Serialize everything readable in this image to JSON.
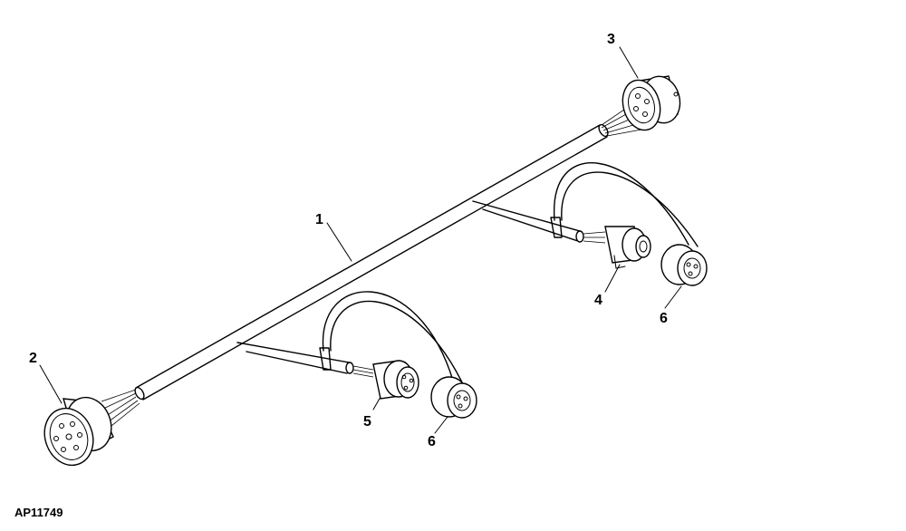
{
  "diagram": {
    "callouts": [
      {
        "id": "callout-1",
        "label": "1"
      },
      {
        "id": "callout-2",
        "label": "2"
      },
      {
        "id": "callout-3",
        "label": "3"
      },
      {
        "id": "callout-4",
        "label": "4"
      },
      {
        "id": "callout-5",
        "label": "5"
      },
      {
        "id": "callout-6a",
        "label": "6"
      },
      {
        "id": "callout-6b",
        "label": "6"
      }
    ],
    "figure_id": "AP11749"
  }
}
